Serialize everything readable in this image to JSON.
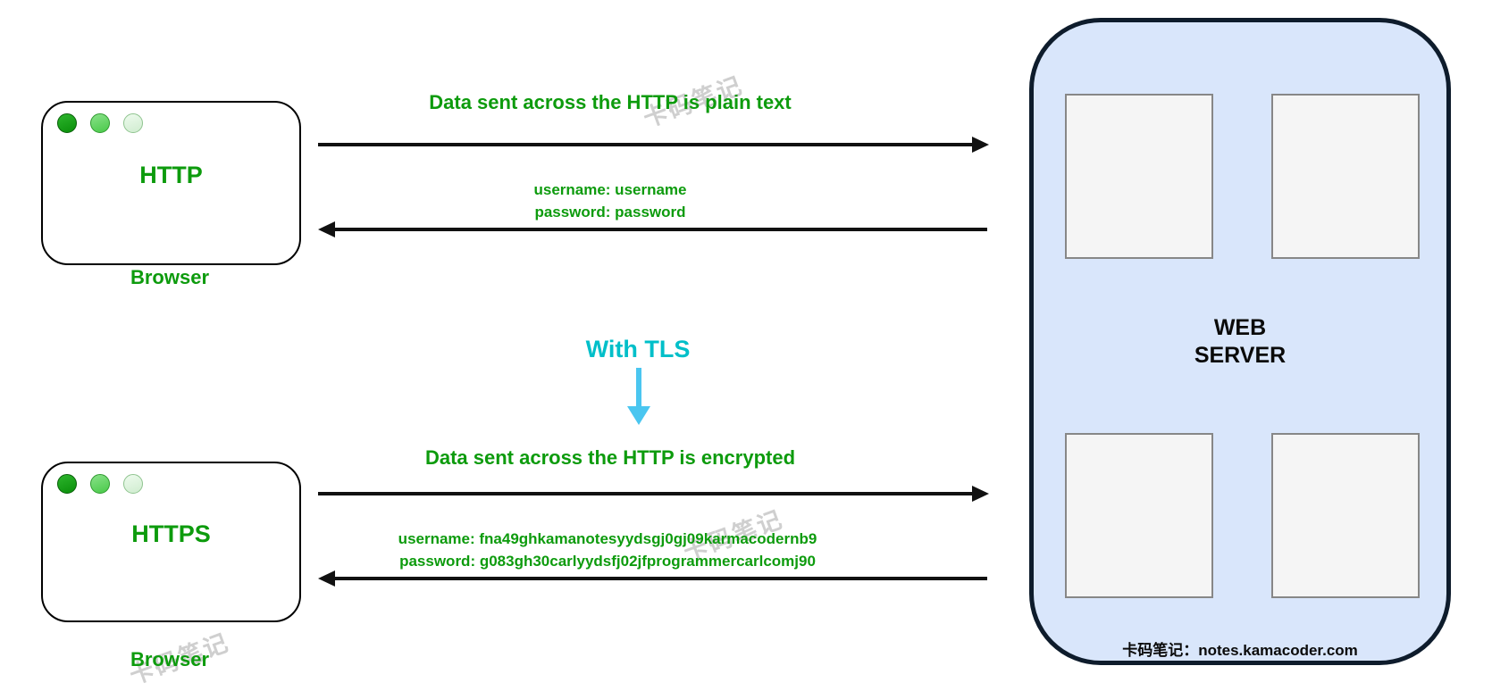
{
  "diagram": {
    "top_flow": {
      "title": "Data sent across the HTTP is plain text",
      "credentials": [
        "username: username",
        "password: password"
      ]
    },
    "tls": {
      "label": "With TLS"
    },
    "bottom_flow": {
      "title": "Data sent across the HTTP is encrypted",
      "credentials": [
        "username: fna49ghkamanotesyydsgj0gj09karmacodernb9",
        "password: g083gh30carlyydsfj02jfprogrammercarlcomj90"
      ]
    },
    "browser_http": {
      "label": "HTTP",
      "caption": "Browser"
    },
    "browser_https": {
      "label": "HTTPS",
      "caption": "Browser"
    },
    "server": {
      "title_line1": "WEB",
      "title_line2": "SERVER",
      "caption": "卡码笔记：notes.kamacoder.com"
    },
    "watermark": "卡码笔记",
    "colors": {
      "text_green": "#0d9b0d",
      "tls_cyan": "#00bfc9",
      "tls_arrow_blue": "#4ac6f0",
      "server_fill": "#d9e6fb",
      "server_border": "#0e1c2c",
      "arrow_black": "#111111",
      "watermark_gray": "#cfcfcf"
    }
  }
}
